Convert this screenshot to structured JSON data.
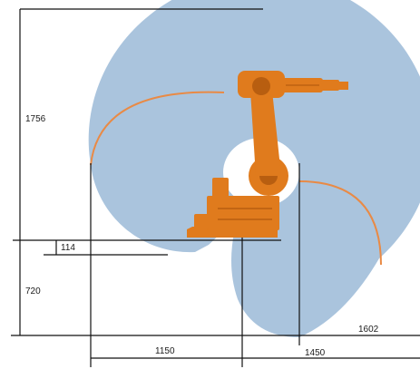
{
  "dimensions": {
    "height_upper": "1756",
    "base_offset": "114",
    "height_lower": "720",
    "reach_back": "1150",
    "reach_front": "1450",
    "reach_diagonal": "1602"
  },
  "colors": {
    "work_envelope": "#aac4dd",
    "robot": "#e07b1d",
    "robot_dark": "#b85e10",
    "arc": "#e98a45",
    "dimension_line": "#111111"
  }
}
